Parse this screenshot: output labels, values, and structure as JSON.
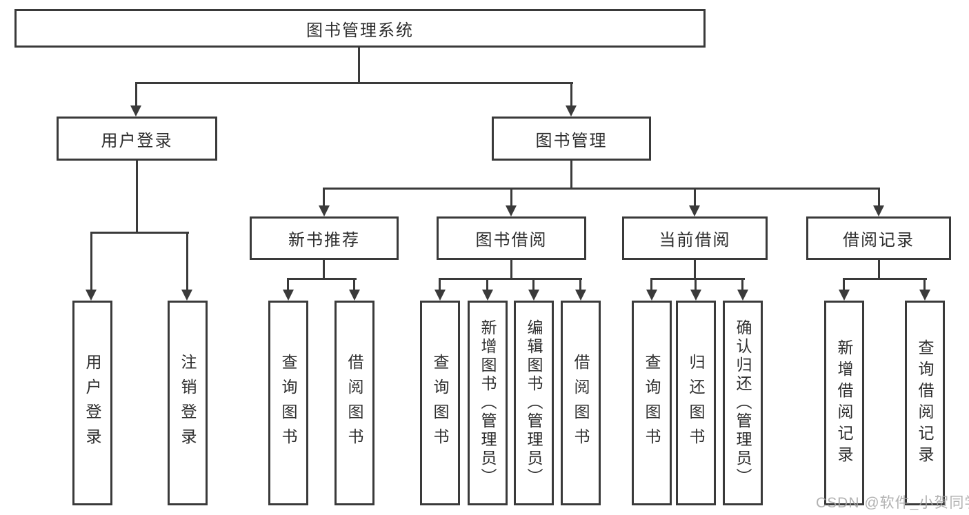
{
  "diagram": {
    "title": "图书管理系统",
    "watermark": "CSDN @软件_小贺同学",
    "colors": {
      "line": "#3a3a3a",
      "text": "#2e2e2e",
      "background": "#ffffff",
      "watermark": "#a5a5a5"
    },
    "nodes": {
      "root": "图书管理系统",
      "user_login": "用户登录",
      "book_mgmt": "图书管理",
      "new_books": "新书推荐",
      "book_borrow": "图书借阅",
      "current_borrow": "当前借阅",
      "borrow_records": "借阅记录",
      "ul_login": "用户登录",
      "ul_logout": "注销登录",
      "nb_query": "查询图书",
      "nb_borrow": "借阅图书",
      "bb_query": "查询图书",
      "bb_add": "新增图书（管理员）",
      "bb_edit": "编辑图书（管理员）",
      "bb_borrow": "借阅图书",
      "cb_query": "查询图书",
      "cb_return": "归还图书",
      "cb_confirm": "确认归还（管理员）",
      "br_add": "新增借阅记录",
      "br_query": "查询借阅记录"
    }
  }
}
